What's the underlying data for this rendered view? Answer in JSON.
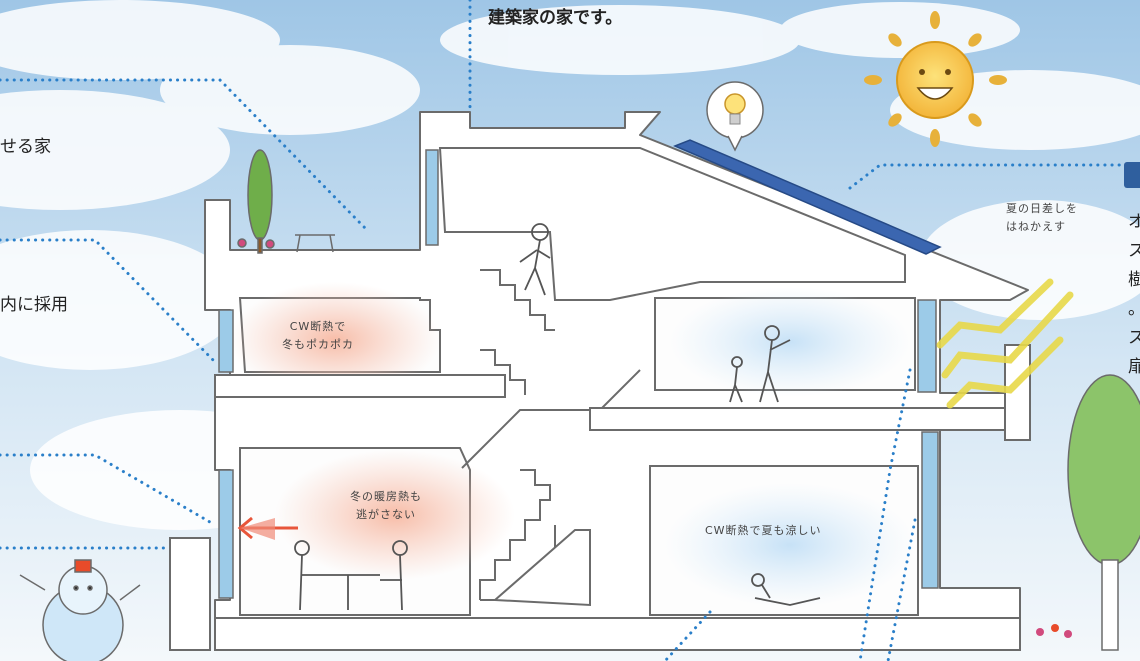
{
  "header_caption": "建築家の家です。",
  "callouts": {
    "left_1": "せる家",
    "left_2": "内に採用"
  },
  "annotations": {
    "summer_sun": [
      "夏の日差しを",
      "はねかえす"
    ],
    "cw_winter": [
      "CW断熱で",
      "冬もポカポカ"
    ],
    "winter_heat": [
      "冬の暖房熱も",
      "逃がさない"
    ],
    "cw_summer": "CW断熱で夏も涼しい"
  },
  "right_column_chars": [
    "オ",
    "ス",
    "樹",
    "。",
    "ス",
    "扉"
  ],
  "colors": {
    "sky": "#cfe3f3",
    "warm_zone": "#f6c6b4",
    "cool_zone": "#cfe6f7",
    "window": "#9ccbe8",
    "solar_panel": "#3b66b0",
    "dotted_leader": "#2a7fc9",
    "tab": "#2f5f9e"
  },
  "icons": [
    "sun-icon",
    "lightbulb-icon",
    "snowman-icon",
    "tree-icon",
    "solar-panel-icon",
    "person-icon"
  ]
}
